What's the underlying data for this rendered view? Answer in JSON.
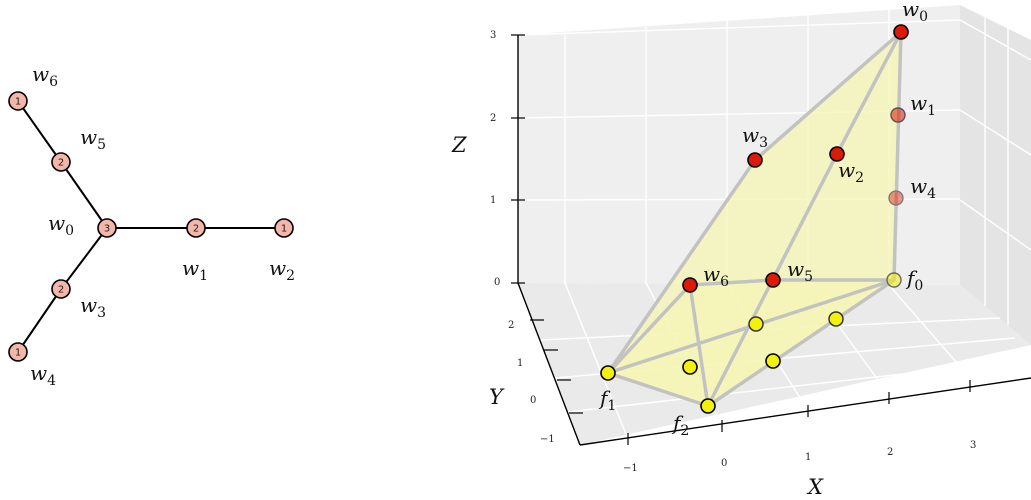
{
  "tree": {
    "nodes": [
      {
        "id": "w6",
        "base": "w",
        "sub": "6",
        "degree": "1"
      },
      {
        "id": "w5",
        "base": "w",
        "sub": "5",
        "degree": "2"
      },
      {
        "id": "w0",
        "base": "w",
        "sub": "0",
        "degree": "3"
      },
      {
        "id": "w1",
        "base": "w",
        "sub": "1",
        "degree": "2"
      },
      {
        "id": "w2",
        "base": "w",
        "sub": "2",
        "degree": "1"
      },
      {
        "id": "w3",
        "base": "w",
        "sub": "3",
        "degree": "2"
      },
      {
        "id": "w4",
        "base": "w",
        "sub": "4",
        "degree": "1"
      }
    ],
    "edges": [
      [
        "w6",
        "w5"
      ],
      [
        "w5",
        "w0"
      ],
      [
        "w0",
        "w1"
      ],
      [
        "w1",
        "w2"
      ],
      [
        "w0",
        "w3"
      ],
      [
        "w3",
        "w4"
      ]
    ],
    "node_color": "#f4b6a8"
  },
  "plot3d": {
    "axis_labels": {
      "x": "X",
      "y": "Y",
      "z": "Z"
    },
    "x_ticks": [
      "−1",
      "0",
      "1",
      "2",
      "3"
    ],
    "y_ticks": [
      "−1",
      "0",
      "1",
      "2"
    ],
    "z_ticks": [
      "0",
      "1",
      "2",
      "3"
    ],
    "red_points": [
      {
        "id": "w0",
        "base": "w",
        "sub": "0"
      },
      {
        "id": "w1",
        "base": "w",
        "sub": "1"
      },
      {
        "id": "w2",
        "base": "w",
        "sub": "2"
      },
      {
        "id": "w3",
        "base": "w",
        "sub": "3"
      },
      {
        "id": "w4",
        "base": "w",
        "sub": "4"
      },
      {
        "id": "w5",
        "base": "w",
        "sub": "5"
      },
      {
        "id": "w6",
        "base": "w",
        "sub": "6"
      }
    ],
    "yellow_points": [
      {
        "id": "f0",
        "base": "f",
        "sub": "0"
      },
      {
        "id": "f1",
        "base": "f",
        "sub": "1"
      },
      {
        "id": "f2",
        "base": "f",
        "sub": "2"
      },
      {
        "id": "y1"
      },
      {
        "id": "y2"
      },
      {
        "id": "y3"
      },
      {
        "id": "y4"
      }
    ],
    "red_color": "#dd1a0a",
    "yellow_color": "#f3f10a",
    "face_color": "#f5f6b4"
  }
}
